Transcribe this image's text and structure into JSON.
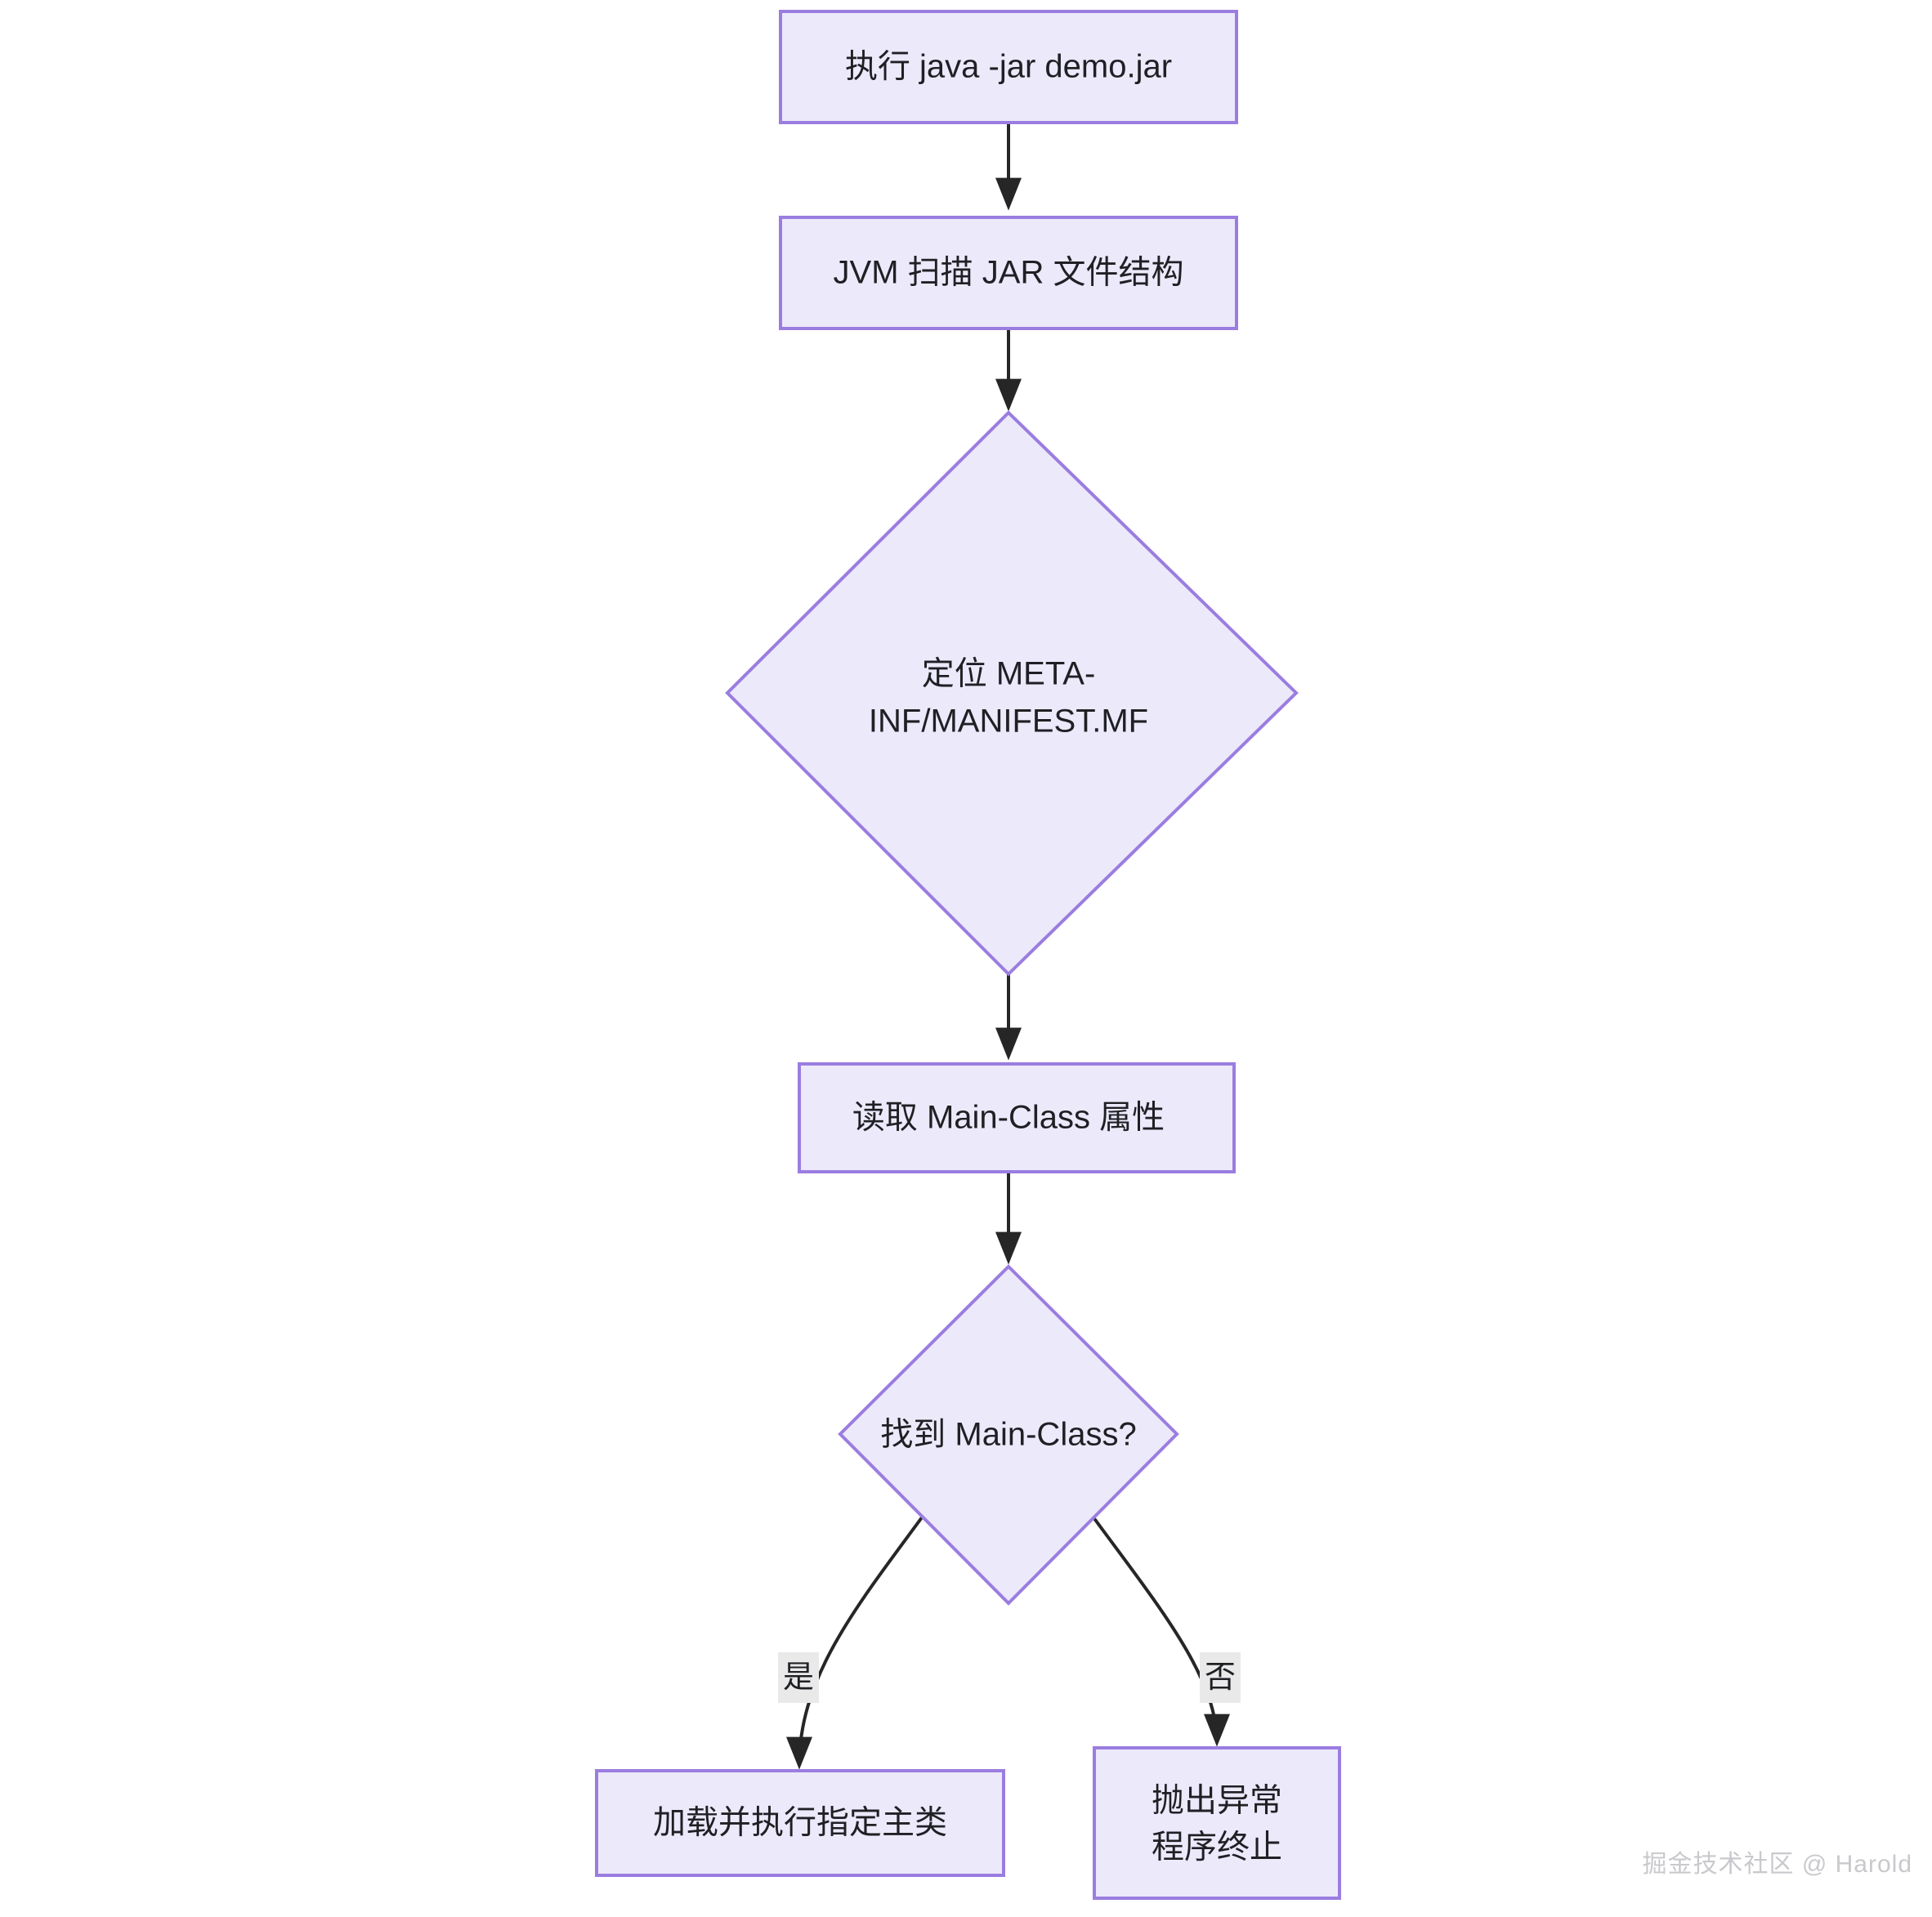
{
  "diagram": {
    "type": "flowchart",
    "direction": "top-down",
    "title": "JVM executable JAR startup flow",
    "colors": {
      "node_fill": "#ece9fb",
      "node_border": "#9b7de0",
      "edge_stroke": "#262626",
      "text": "#1f2024",
      "edge_label_bg": "#e9e9e9",
      "watermark": "#c9c9cd",
      "background": "#ffffff"
    },
    "nodes": [
      {
        "id": "start",
        "shape": "rect",
        "label": "执行 java -jar demo.jar",
        "lines": [
          "执行 java -jar demo.jar"
        ]
      },
      {
        "id": "scan",
        "shape": "rect",
        "label": "JVM 扫描 JAR 文件结构",
        "lines": [
          "JVM 扫描 JAR 文件结构"
        ]
      },
      {
        "id": "locate",
        "shape": "diamond",
        "label": "定位 META-INF/MANIFEST.MF",
        "lines": [
          "定位 META-",
          "INF/MANIFEST.MF"
        ]
      },
      {
        "id": "read",
        "shape": "rect",
        "label": "读取 Main-Class 属性",
        "lines": [
          "读取 Main-Class 属性"
        ]
      },
      {
        "id": "decide",
        "shape": "diamond",
        "label": "找到 Main-Class?",
        "lines": [
          "找到 Main-Class?"
        ]
      },
      {
        "id": "run",
        "shape": "rect",
        "label": "加载并执行指定主类",
        "lines": [
          "加载并执行指定主类"
        ]
      },
      {
        "id": "fail",
        "shape": "rect",
        "label": "抛出异常 程序终止",
        "lines": [
          "抛出异常",
          "程序终止"
        ]
      }
    ],
    "edges": [
      {
        "id": "e1",
        "from": "start",
        "to": "scan",
        "label": ""
      },
      {
        "id": "e2",
        "from": "scan",
        "to": "locate",
        "label": ""
      },
      {
        "id": "e3",
        "from": "locate",
        "to": "read",
        "label": ""
      },
      {
        "id": "e4",
        "from": "read",
        "to": "decide",
        "label": ""
      },
      {
        "id": "e5",
        "from": "decide",
        "to": "run",
        "label": "是"
      },
      {
        "id": "e6",
        "from": "decide",
        "to": "fail",
        "label": "否"
      }
    ]
  },
  "watermark": {
    "text": "掘金技术社区 @ Harold"
  }
}
